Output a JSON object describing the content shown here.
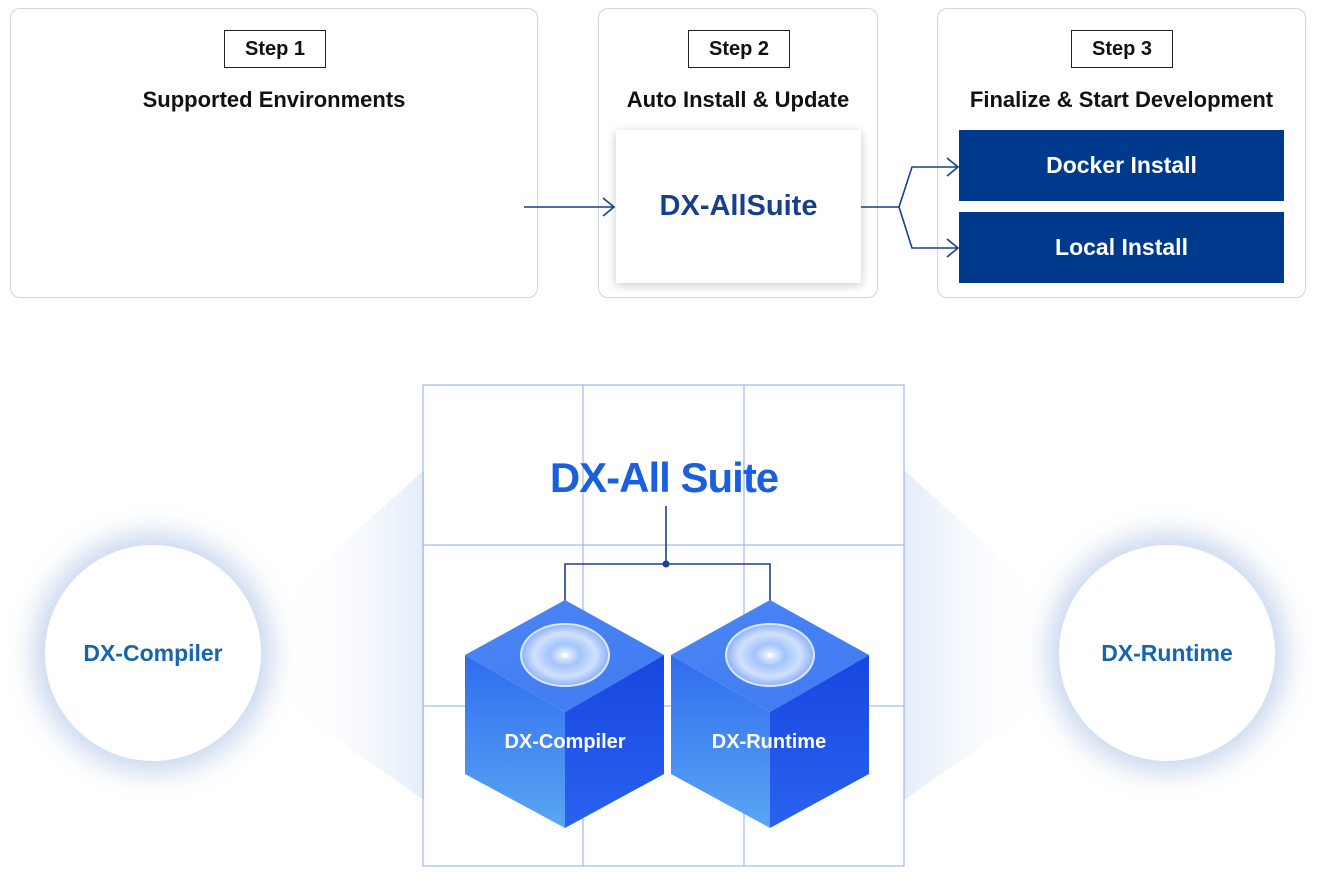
{
  "steps": [
    {
      "badge": "Step 1",
      "title": "Supported Environments"
    },
    {
      "badge": "Step 2",
      "title": "Auto Install & Update",
      "box_label": "DX-AllSuite"
    },
    {
      "badge": "Step 3",
      "title": "Finalize & Start Development",
      "options": [
        "Docker Install",
        "Local Install"
      ]
    }
  ],
  "architecture": {
    "title": "DX-All Suite",
    "cubes": [
      "DX-Compiler",
      "DX-Runtime"
    ],
    "side_circles": {
      "left": "DX-Compiler",
      "right": "DX-Runtime"
    }
  },
  "colors": {
    "navy": "#003a8c",
    "suite_text": "#173f8a",
    "title_blue": "#1a5fe0",
    "circle_text": "#1565b0",
    "grid_line": "#8fa9e8"
  }
}
